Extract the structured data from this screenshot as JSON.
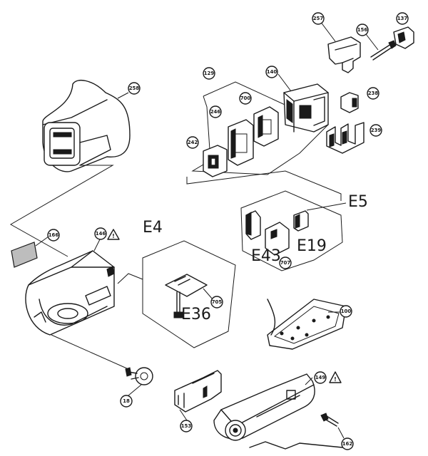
{
  "callouts": {
    "c257": "257",
    "c137": "137",
    "c156": "156",
    "c129": "129",
    "c140": "140",
    "c700": "700",
    "c246": "246",
    "c242": "242",
    "c238": "238",
    "c239": "239",
    "c258": "258",
    "c166": "166",
    "c146": "146",
    "c707": "707",
    "c705": "705",
    "c100": "100",
    "c18": "18",
    "c153": "153",
    "c149": "149",
    "c162": "162"
  },
  "group_labels": {
    "e5": "E5",
    "e4": "E4",
    "e19": "E19",
    "e43": "E43",
    "e36": "E36"
  },
  "warning_symbol": "!"
}
